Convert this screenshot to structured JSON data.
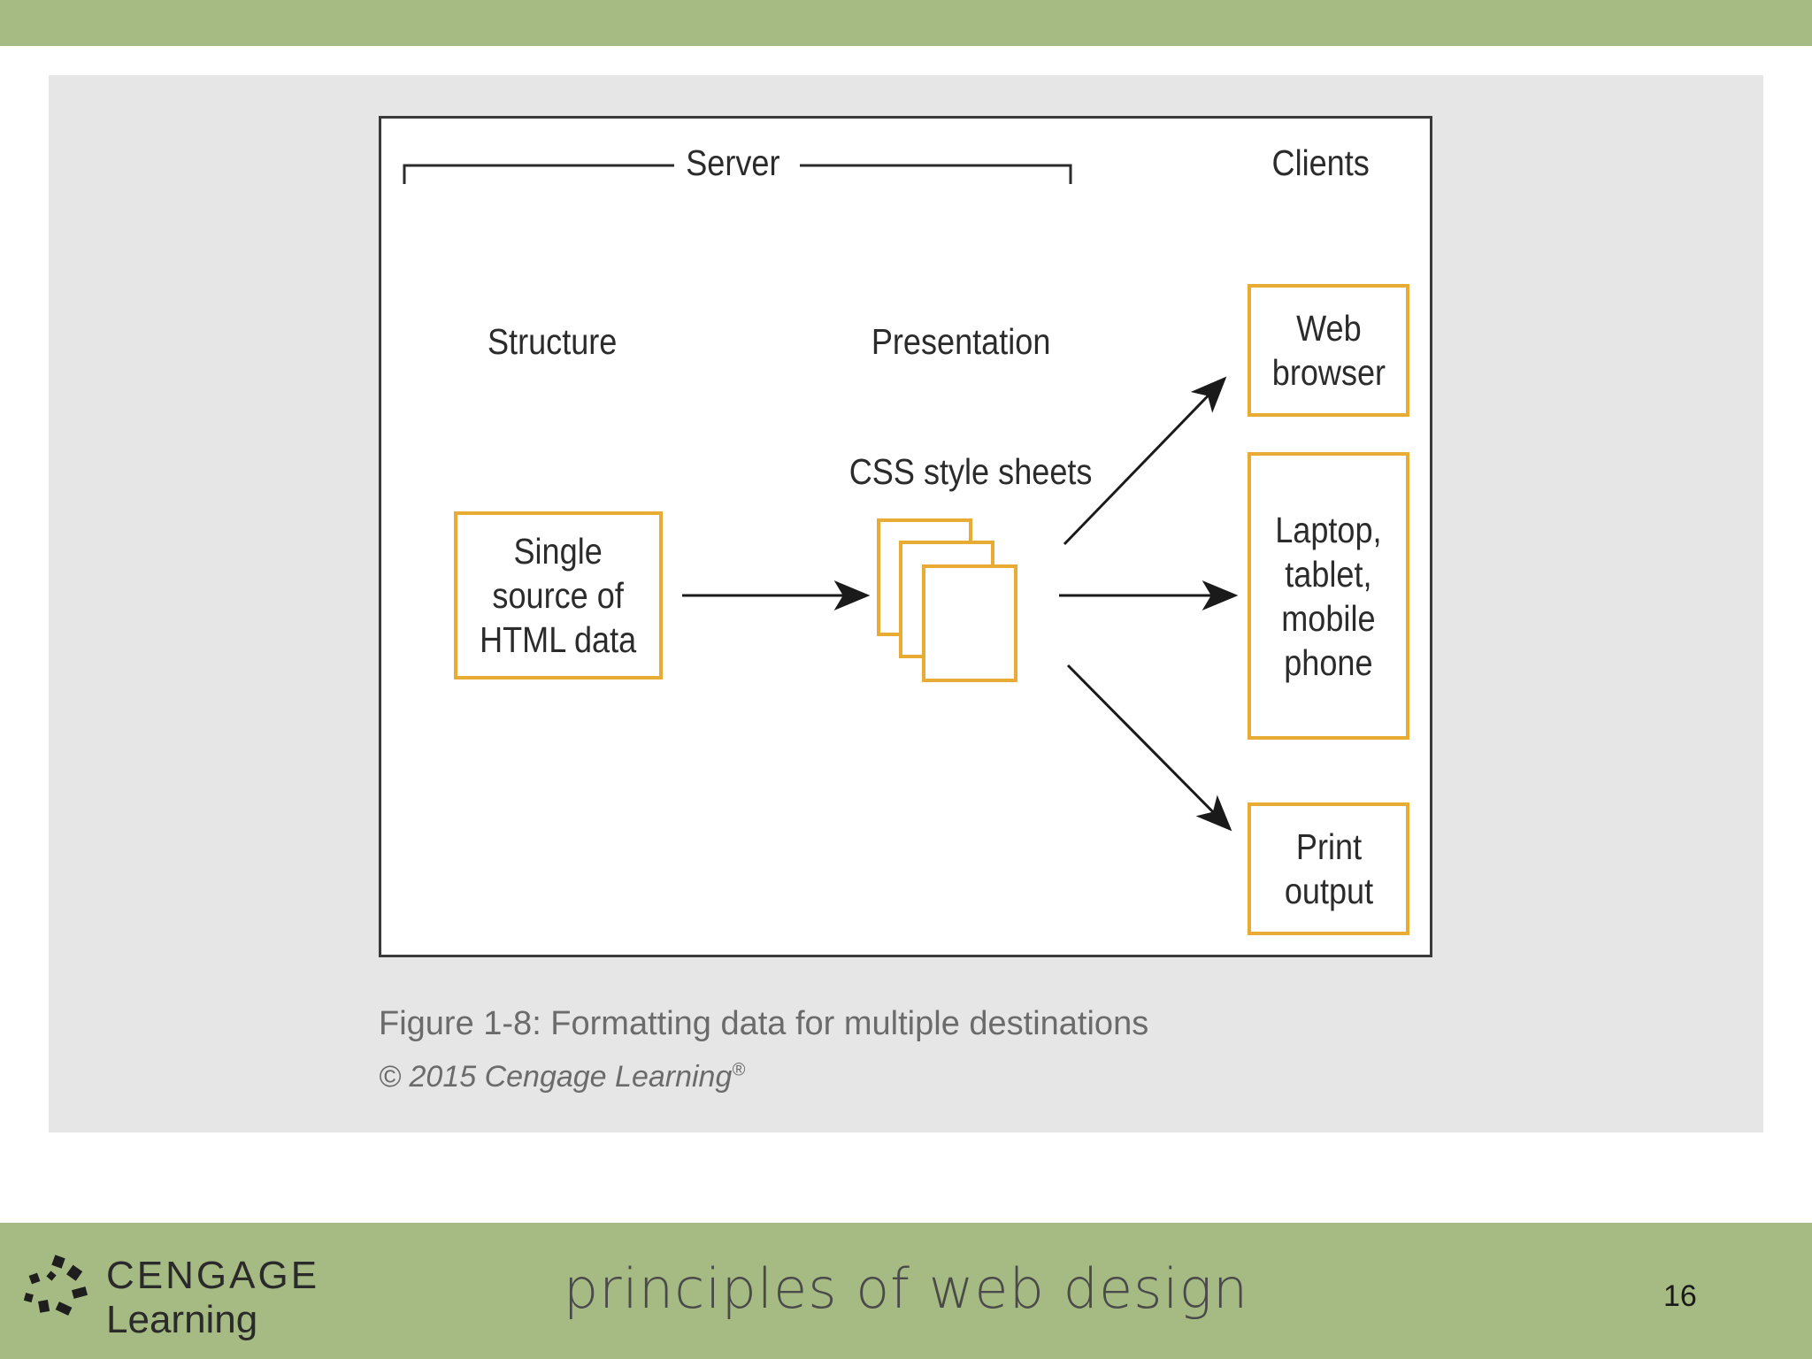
{
  "diagram": {
    "server_label": "Server",
    "clients_label": "Clients",
    "structure_label": "Structure",
    "presentation_label": "Presentation",
    "css_label": "CSS style sheets",
    "html_source": "Single\nsource of\nHTML data",
    "web_browser": "Web\nbrowser",
    "devices": "Laptop,\ntablet,\nmobile\nphone",
    "print_output": "Print\noutput",
    "box_border_color": "#e8ab34"
  },
  "figure": {
    "caption": "Figure 1-8: Formatting data for multiple destinations",
    "credit": "© 2015 Cengage Learning",
    "credit_mark": "®"
  },
  "footer": {
    "logo_line1": "CENGAGE",
    "logo_line2": "Learning",
    "title": "principles of web design",
    "page_number": "16",
    "bar_color": "#a6bb83"
  }
}
